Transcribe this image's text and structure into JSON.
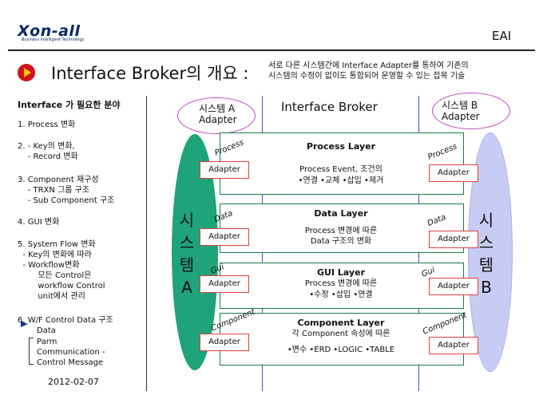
{
  "header": {
    "logo": "Xon-all",
    "logo_tagline": "Business Intelligent Technology",
    "section": "EAI",
    "title": "Interface Broker의 개요 :",
    "description_line1": "서로 다른 시스템간에 Interface Adapter를 통하여 기존의",
    "description_line2": "시스템의 수정이 없이도 통합되어 운영할 수 있는 접목 기술"
  },
  "left_panel": {
    "title": "Interface 가 필요한 분야",
    "items": [
      "1. Process 변화",
      "2. - Key의 변화,\n    - Record 변화",
      "3. Component 재구성\n    - TRXN 그룹 구조\n    - Sub Component 구조",
      "4. GUI 변화",
      "5. System Flow 변화\n  - Key의 변화에 따라\n  - Workflow변화\n        모든 Control은\n        workflow Control\n        unit에서 관리",
      "6. W/F Control Data 구조",
      "Data",
      "Parm",
      "Communication -\nControl Message"
    ],
    "date": "2012-02-07"
  },
  "diagram": {
    "system_a_bubble": "시스템 A\nAdapter",
    "system_b_bubble": "시스템 B\nAdapter",
    "broker_title": "Interface Broker",
    "system_a_label": "시\n스\n템\nA",
    "system_b_label": "시\n스\n템\nB",
    "layers": [
      {
        "title": "Process Layer",
        "line1": "Process Event, 조건의",
        "line2": "•연결  •교체  •삽입  •제거",
        "tag": "Process"
      },
      {
        "title": "Data Layer",
        "line1": "Process 변경에 따른",
        "line2": "Data 구조의 변화",
        "tag": "Data"
      },
      {
        "title": "GUI Layer",
        "line1": "Process 변경에 따른",
        "line2": "•수정   •삽입   •연결",
        "tag": "Gui"
      },
      {
        "title": "Component Layer",
        "line1": "각 Component 속성에 따른",
        "line2": "•변수  •ERD  •LOGIC •TABLE",
        "tag": "Component"
      }
    ],
    "adapter_label": "Adapter"
  },
  "colors": {
    "bullet_red": "#d2121a",
    "system_a_green": "#1fa37a",
    "system_b_lavender": "#c8ccf4",
    "adapter_border": "#e04040",
    "bubble_border": "#c04ac0"
  }
}
